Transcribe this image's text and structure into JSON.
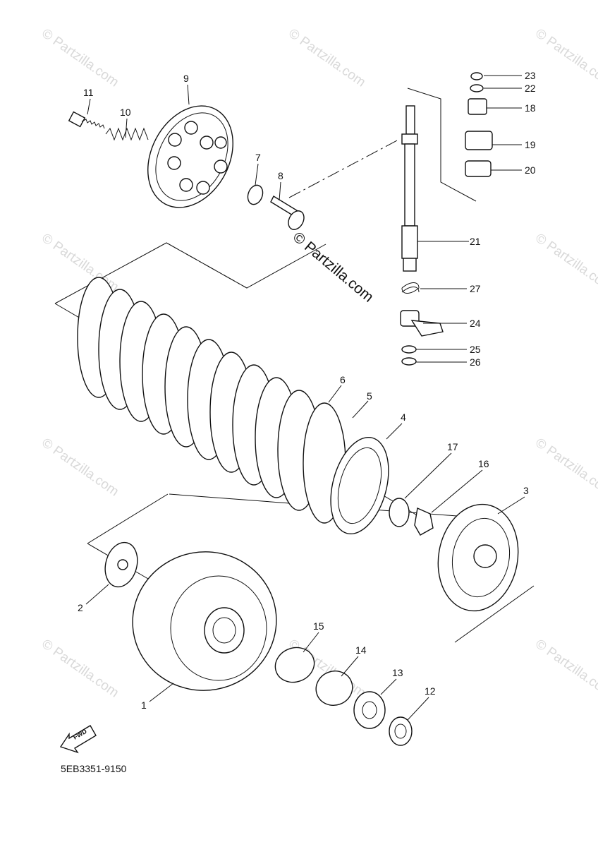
{
  "watermark": {
    "text": "© Partzilla.com",
    "center_text": "© Partzilla.com"
  },
  "diagram_code": "5EB3351-9150",
  "direction_arrow": {
    "label": "FWD"
  },
  "callouts": [
    "1",
    "2",
    "3",
    "4",
    "5",
    "6",
    "7",
    "8",
    "9",
    "10",
    "11",
    "12",
    "13",
    "14",
    "15",
    "16",
    "17",
    "18",
    "19",
    "20",
    "21",
    "22",
    "23",
    "24",
    "25",
    "26",
    "27"
  ]
}
